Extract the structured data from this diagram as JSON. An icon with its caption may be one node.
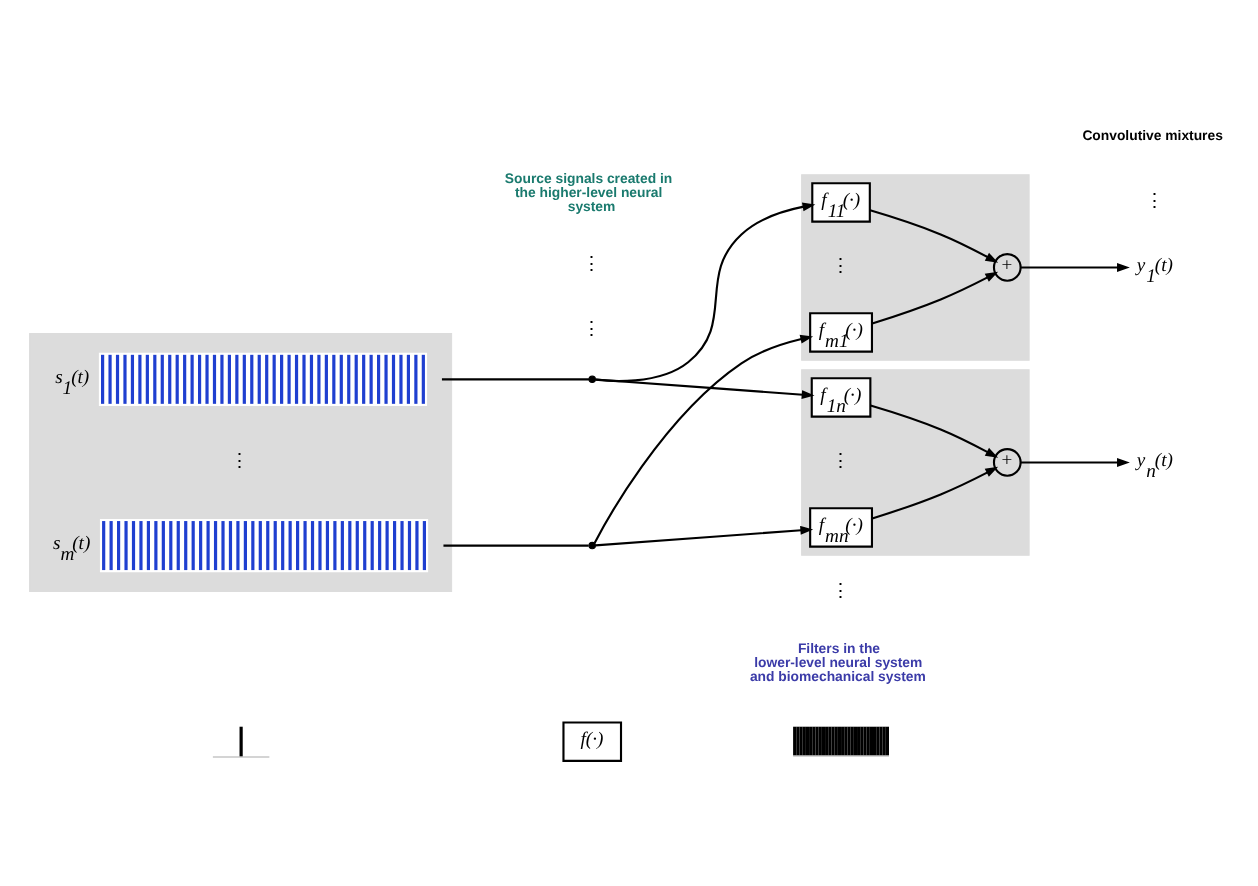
{
  "diagram": {
    "nodes": [
      {
        "text": [],
        "shape": "picture"
      },
      {
        "text": [
          "f(·)"
        ]
      },
      {
        "text": [],
        "shape": "picture"
      },
      {
        "text": [],
        "shape": "box"
      },
      {
        "text": [],
        "shape": "picture",
        "in": 3,
        "beside": [
          "s$_{1}$(t)"
        ]
      },
      {
        "text": [],
        "shape": "picture",
        "in": 3,
        "beside": [
          "s$_{m}$(t)"
        ]
      },
      {
        "text": [],
        "shape": "circle"
      },
      {
        "text": [],
        "shape": "circle"
      },
      {
        "text": [],
        "shape": "box"
      },
      {
        "text": [
          "f$_{11}$(·)"
        ],
        "in": 8
      },
      {
        "text": [
          "f$_{m1}$(·)"
        ],
        "in": 8
      },
      {
        "text": [
          "+"
        ],
        "in": 8
      },
      {
        "text": [],
        "shape": "box"
      },
      {
        "text": [
          "f$_{1n}$(·)"
        ],
        "in": 12
      },
      {
        "text": [
          "f$_{mn}$(·)"
        ],
        "in": 12
      },
      {
        "text": [
          "+"
        ],
        "in": 12
      },
      {
        "text": [
          "y$_{1}$(t)"
        ]
      },
      {
        "text": [
          "y$_{n}$(t)"
        ]
      }
    ],
    "edges": [
      {
        "from": 4,
        "to": 6,
        "arrow": "none"
      },
      {
        "from": 5,
        "to": 7,
        "arrow": "none"
      },
      {
        "from": 6,
        "to": 9,
        "arrow": "to"
      },
      {
        "from": 6,
        "to": 13,
        "arrow": "to"
      },
      {
        "from": 7,
        "to": 10,
        "arrow": "to"
      },
      {
        "from": 7,
        "to": 14,
        "arrow": "to"
      },
      {
        "from": 9,
        "to": 11,
        "arrow": "to"
      },
      {
        "from": 10,
        "to": 11,
        "arrow": "to"
      },
      {
        "from": 13,
        "to": 15,
        "arrow": "to"
      },
      {
        "from": 14,
        "to": 15,
        "arrow": "to"
      },
      {
        "from": 11,
        "to": 16,
        "arrow": "to"
      },
      {
        "from": 15,
        "to": 17,
        "arrow": "to"
      }
    ],
    "labels": [
      "⋮",
      "⋮",
      "⋮",
      "⋮",
      "⋮",
      "⋮",
      "⋮",
      "Source signals created in the higher-level neural system",
      "Convolutive mixtures",
      "Filters in the lower-level neural system and biomechanical system"
    ]
  }
}
